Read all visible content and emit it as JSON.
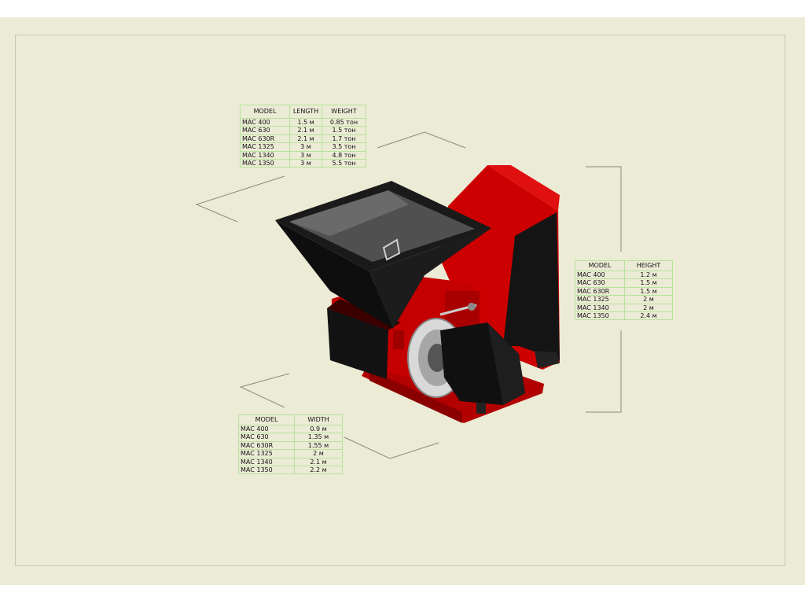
{
  "length_weight_table": {
    "headers": [
      "MODEL",
      "LENGTH",
      "WEIGHT"
    ],
    "rows": [
      [
        "MAC 400",
        "1.5 м",
        "0.85 тон"
      ],
      [
        "MAC 630",
        "2.1 м",
        "1.5 тон"
      ],
      [
        "MAC 630R",
        "2.1 м",
        "1.7 тон"
      ],
      [
        "MAC 1325",
        "3 м",
        "3.5 тон"
      ],
      [
        "MAC 1340",
        "3 м",
        "4.8 тон"
      ],
      [
        "MAC 1350",
        "3 м",
        "5.5 тон"
      ]
    ]
  },
  "height_table": {
    "headers": [
      "MODEL",
      "HEIGHT"
    ],
    "rows": [
      [
        "MAC 400",
        "1.2 м"
      ],
      [
        "MAC 630",
        "1.5 м"
      ],
      [
        "MAC 630R",
        "1.5 м"
      ],
      [
        "MAC 1325",
        "2 м"
      ],
      [
        "MAC 1340",
        "2 м"
      ],
      [
        "MAC 1350",
        "2.4 м"
      ]
    ]
  },
  "width_table": {
    "headers": [
      "MODEL",
      "WIDTH"
    ],
    "rows": [
      [
        "MAC 400",
        "0.9 м"
      ],
      [
        "MAC 630",
        "1.35 м"
      ],
      [
        "MAC 630R",
        "1.55 м"
      ],
      [
        "MAC 1325",
        "2 м"
      ],
      [
        "MAC 1340",
        "2.1 м"
      ],
      [
        "MAC 1350",
        "2.2 м"
      ]
    ]
  },
  "colors": {
    "sheet": "#ecebd6",
    "table_border": "#b6e39a",
    "machine_red": "#cc0000",
    "machine_black": "#111111"
  }
}
